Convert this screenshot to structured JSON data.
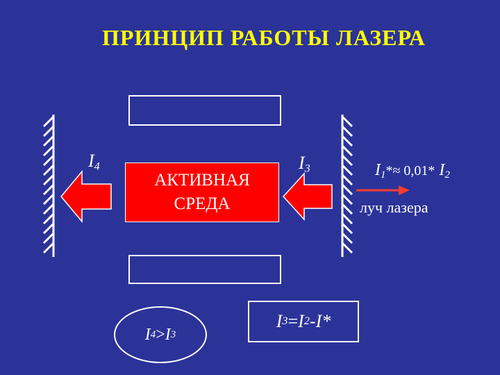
{
  "slide": {
    "title": "ПРИНЦИП РАБОТЫ ЛАЗЕРА",
    "active_medium": {
      "line1": "АКТИВНАЯ",
      "line2": "СРЕДА"
    },
    "left_intensity": {
      "sym": "I",
      "sub": "4"
    },
    "right_intensity": {
      "sym": "I",
      "sub": "3"
    },
    "output_formula": {
      "sym1": "I",
      "sub1": "1",
      "rel": "*≈ 0,01*",
      "sym2": "I",
      "sub2": "2"
    },
    "beam_label": "луч лазера",
    "condition_box": {
      "s1": "I",
      "b1": "3",
      "eq": "=",
      "s2": "I",
      "b2": "2",
      "minus": "-",
      "s3": "I*"
    },
    "condition_ellipse": {
      "s1": "I",
      "b1": "4",
      "gt": ">",
      "s2": "I",
      "b2": "3"
    }
  },
  "colors": {
    "background": "#2b3399",
    "title": "#ffff00",
    "arrow": "#ff0000",
    "medium": "#ff0000",
    "line": "#ffffff"
  }
}
